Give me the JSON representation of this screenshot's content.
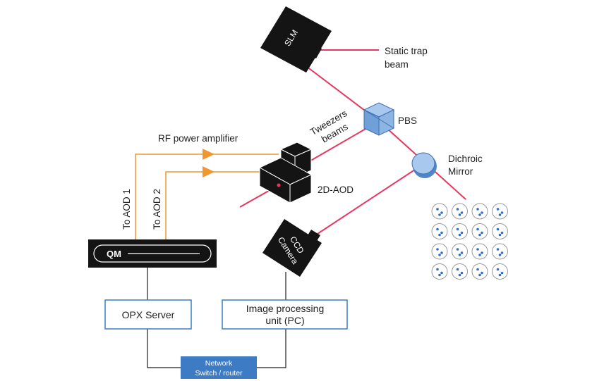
{
  "labels": {
    "slm": "SLM",
    "static_trap_line1": "Static trap",
    "static_trap_line2": "beam",
    "pbs": "PBS",
    "dichroic_line1": "Dichroic",
    "dichroic_line2": "Mirror",
    "tweezers_line1": "Tweezers",
    "tweezers_line2": "beams",
    "rf_amplifier": "RF power amplifier",
    "aod_device": "2D-AOD",
    "to_aod1": "To AOD 1",
    "to_aod2": "To AOD 2",
    "qm_logo": "QM",
    "ccd_line1": "CCD",
    "ccd_line2": "Camera",
    "opx_server": "OPX Server",
    "ipu_line1": "Image processing",
    "ipu_line2": "unit (PC)",
    "network_line1": "Network",
    "network_line2": "Switch / router"
  },
  "colors": {
    "laser": "#e8365f",
    "rf_line": "#f0962e",
    "device": "#141414",
    "optic_blue": "#6fa0d8",
    "box_border": "#3d7bc4",
    "network_fill": "#3d7bc4",
    "wire": "#1f1f1f",
    "atom_dot": "#2f6fc6"
  },
  "atom_array": {
    "rows": 4,
    "cols": 4
  }
}
